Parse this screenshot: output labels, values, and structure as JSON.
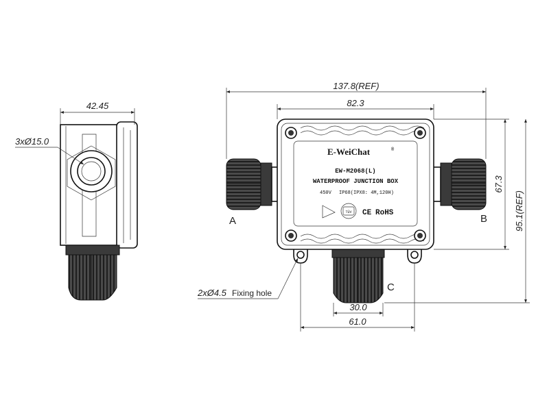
{
  "side_view": {
    "width_dim": "42.45",
    "hole_callout": "3xØ15.0"
  },
  "front_view": {
    "overall_length_dim": "137.8(REF)",
    "body_length_dim": "82.3",
    "body_height_dim": "67.3",
    "overall_height_dim": "95.1(REF)",
    "mount_spacing_dim": "61.0",
    "gland_width_dim": "30.0",
    "fixing_hole_callout": "2xØ4.5",
    "fixing_hole_label": "Fixing hole",
    "port_a": "A",
    "port_b": "B",
    "port_c": "C"
  },
  "nameplate": {
    "brand": "E-WeiChat",
    "registered_mark": "®",
    "model": "EW-M2068(L)",
    "product": "WATERPROOF JUNCTION BOX",
    "rating_voltage": "450V",
    "rating_ip": "IP68(IPX8: 4M,120H)",
    "cert_tuv": "TÜV",
    "cert_ce": "CE",
    "cert_rohs": "RoHS"
  }
}
